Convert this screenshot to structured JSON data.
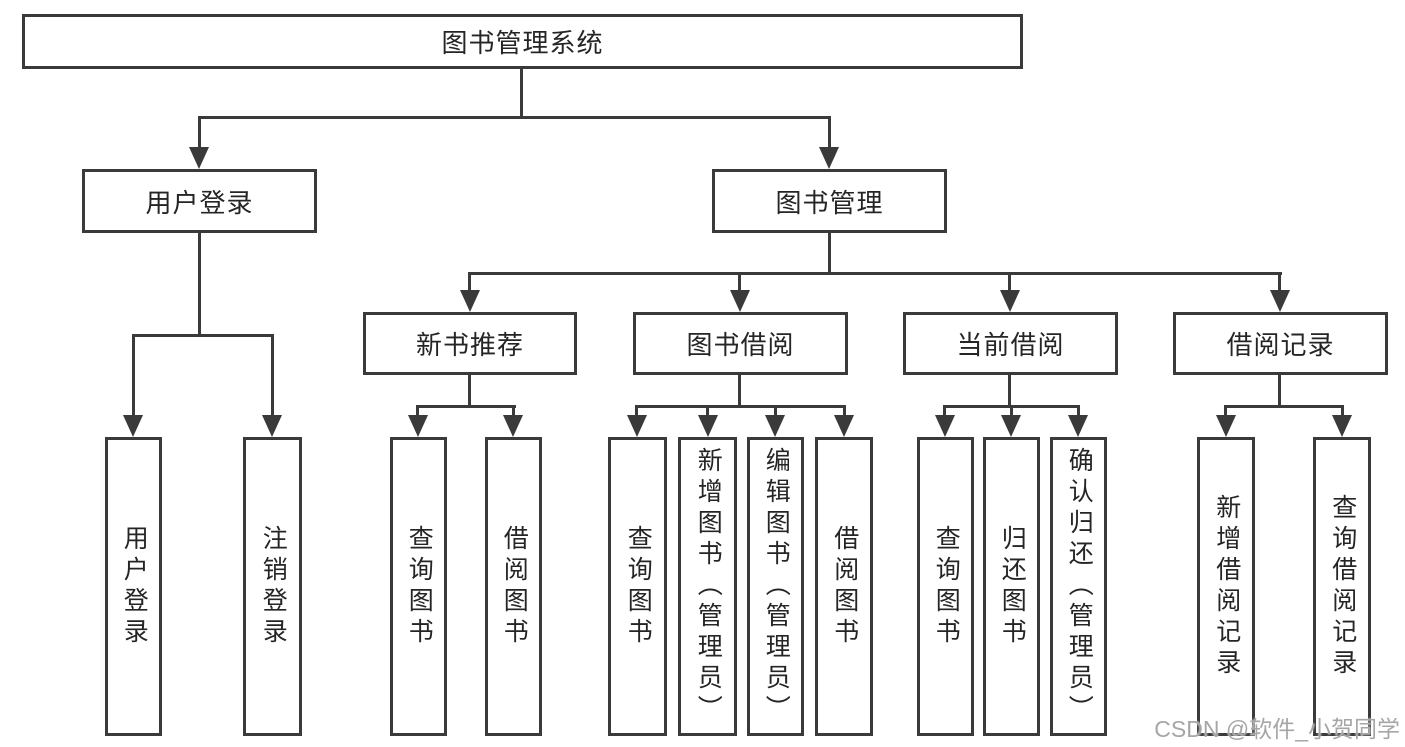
{
  "nodes": {
    "root": "图书管理系统",
    "branches": [
      {
        "label": "用户登录"
      },
      {
        "label": "图书管理"
      }
    ],
    "groups": [
      {
        "label": "新书推荐"
      },
      {
        "label": "图书借阅"
      },
      {
        "label": "当前借阅"
      },
      {
        "label": "借阅记录"
      }
    ],
    "leaves": [
      {
        "label": "用户登录"
      },
      {
        "label": "注销登录"
      },
      {
        "label": "查询图书"
      },
      {
        "label": "借阅图书"
      },
      {
        "label": "查询图书"
      },
      {
        "label": "新增图书（管理员）"
      },
      {
        "label": "编辑图书（管理员）"
      },
      {
        "label": "借阅图书"
      },
      {
        "label": "查询图书"
      },
      {
        "label": "归还图书"
      },
      {
        "label": "确认归还（管理员）"
      },
      {
        "label": "新增借阅记录"
      },
      {
        "label": "查询借阅记录"
      }
    ]
  },
  "watermark": "CSDN @软件_小贺同学",
  "colors": {
    "line": "#3a3a3a",
    "text": "#252525",
    "background": "#ffffff",
    "watermark": "#a6a6a6"
  }
}
